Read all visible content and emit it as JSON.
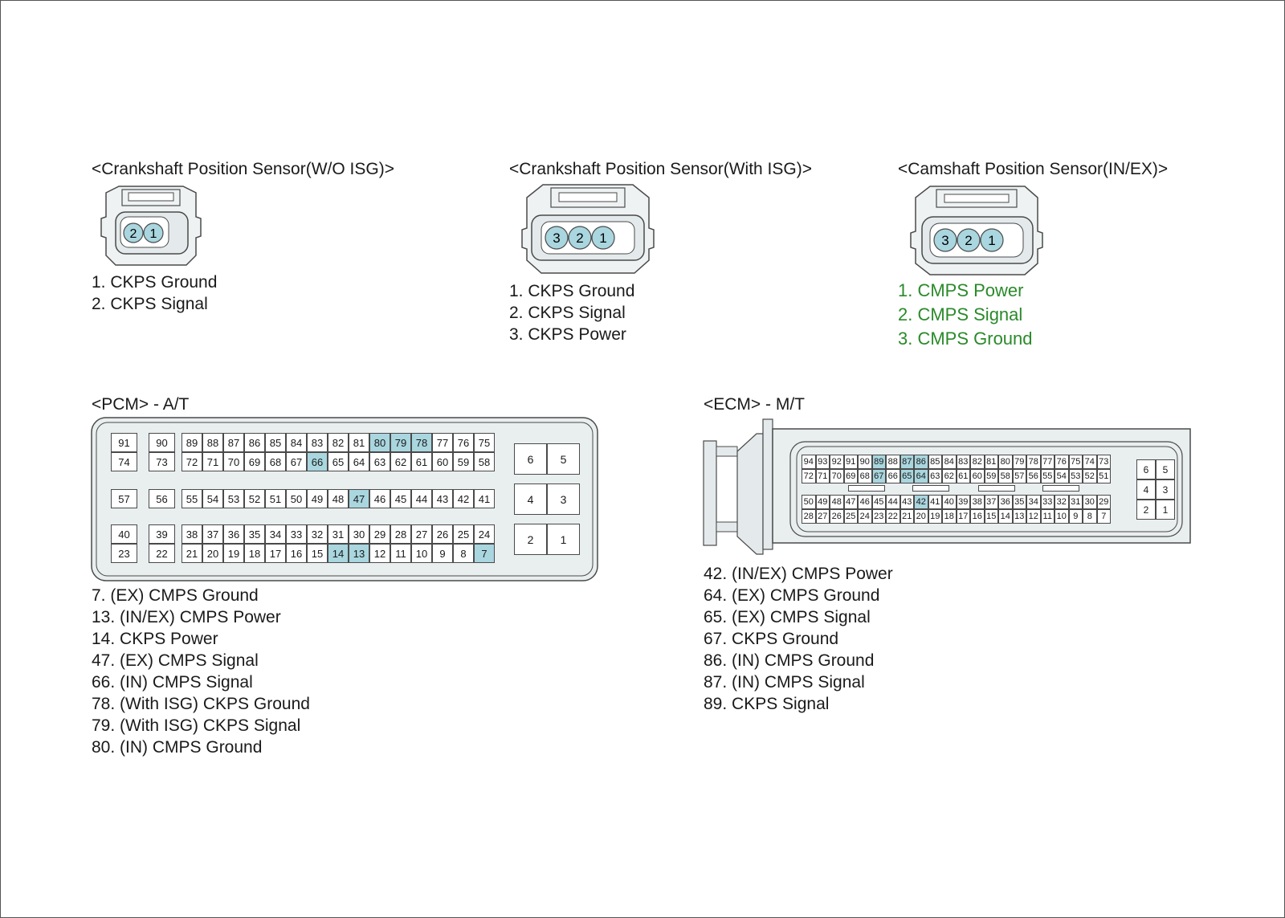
{
  "colors": {
    "pin_highlight": "#a9d6df",
    "pin_circle": "#a9d6df",
    "connector_fill": "#eef2f3",
    "body_fill": "#e4eaeb",
    "stroke": "#4a4a4a",
    "green_text": "#2a8a2a"
  },
  "sensor1": {
    "title": "<Crankshaft Position Sensor(W/O ISG)>",
    "pins": [
      "2",
      "1"
    ],
    "legend": [
      "1. CKPS Ground",
      "2. CKPS Signal"
    ]
  },
  "sensor2": {
    "title": "<Crankshaft Position Sensor(With ISG)>",
    "pins": [
      "3",
      "2",
      "1"
    ],
    "legend": [
      "1. CKPS Ground",
      "2. CKPS Signal",
      "3. CKPS Power"
    ]
  },
  "sensor3": {
    "title": "<Camshaft Position Sensor(IN/EX)>",
    "pins": [
      "3",
      "2",
      "1"
    ],
    "legend": [
      "1. CMPS Power",
      "2. CMPS Signal",
      "3. CMPS Ground"
    ]
  },
  "pcm": {
    "title": "<PCM> - A/T",
    "highlight": [
      "7",
      "13",
      "14",
      "47",
      "66",
      "78",
      "79",
      "80"
    ],
    "row1_left": [
      "91",
      "90"
    ],
    "row1_main": [
      "89",
      "88",
      "87",
      "86",
      "85",
      "84",
      "83",
      "82",
      "81",
      "80",
      "79",
      "78",
      "77",
      "76",
      "75"
    ],
    "row2_left": [
      "74",
      "73"
    ],
    "row2_main": [
      "72",
      "71",
      "70",
      "69",
      "68",
      "67",
      "66",
      "65",
      "64",
      "63",
      "62",
      "61",
      "60",
      "59",
      "58"
    ],
    "row3_left": [
      "57",
      "56"
    ],
    "row3_main": [
      "55",
      "54",
      "53",
      "52",
      "51",
      "50",
      "49",
      "48",
      "47",
      "46",
      "45",
      "44",
      "43",
      "42",
      "41"
    ],
    "row4_left": [
      "40",
      "39"
    ],
    "row4_main": [
      "38",
      "37",
      "36",
      "35",
      "34",
      "33",
      "32",
      "31",
      "30",
      "29",
      "28",
      "27",
      "26",
      "25",
      "24"
    ],
    "row5_left": [
      "23",
      "22"
    ],
    "row5_main": [
      "21",
      "20",
      "19",
      "18",
      "17",
      "16",
      "15",
      "14",
      "13",
      "12",
      "11",
      "10",
      "9",
      "8",
      "7"
    ],
    "big_pins": [
      [
        "6",
        "5"
      ],
      [
        "4",
        "3"
      ],
      [
        "2",
        "1"
      ]
    ],
    "legend": [
      "7. (EX) CMPS Ground",
      "13. (IN/EX) CMPS Power",
      "14. CKPS Power",
      "47. (EX) CMPS Signal",
      "66. (IN) CMPS Signal",
      "78. (With ISG) CKPS Ground",
      "79. (With ISG) CKPS Signal",
      "80. (IN) CMPS Ground"
    ]
  },
  "ecm": {
    "title": "<ECM> - M/T",
    "highlight": [
      "42",
      "64",
      "65",
      "67",
      "86",
      "87",
      "89"
    ],
    "row1": [
      "94",
      "93",
      "92",
      "91",
      "90",
      "89",
      "88",
      "87",
      "86",
      "85",
      "84",
      "83",
      "82",
      "81",
      "80",
      "79",
      "78",
      "77",
      "76",
      "75",
      "74",
      "73"
    ],
    "row2": [
      "72",
      "71",
      "70",
      "69",
      "68",
      "67",
      "66",
      "65",
      "64",
      "63",
      "62",
      "61",
      "60",
      "59",
      "58",
      "57",
      "56",
      "55",
      "54",
      "53",
      "52",
      "51"
    ],
    "row3": [
      "50",
      "49",
      "48",
      "47",
      "46",
      "45",
      "44",
      "43",
      "42",
      "41",
      "40",
      "39",
      "38",
      "37",
      "36",
      "35",
      "34",
      "33",
      "32",
      "31",
      "30",
      "29"
    ],
    "row4": [
      "28",
      "27",
      "26",
      "25",
      "24",
      "23",
      "22",
      "21",
      "20",
      "19",
      "18",
      "17",
      "16",
      "15",
      "14",
      "13",
      "12",
      "11",
      "10",
      "9",
      "8",
      "7"
    ],
    "big_pins": [
      [
        "6",
        "5"
      ],
      [
        "4",
        "3"
      ],
      [
        "2",
        "1"
      ]
    ],
    "legend": [
      "42. (IN/EX) CMPS Power",
      "64. (EX) CMPS Ground",
      "65. (EX) CMPS Signal",
      "67. CKPS Ground",
      "86. (IN) CMPS Ground",
      "87. (IN) CMPS Signal",
      "89. CKPS Signal"
    ]
  }
}
